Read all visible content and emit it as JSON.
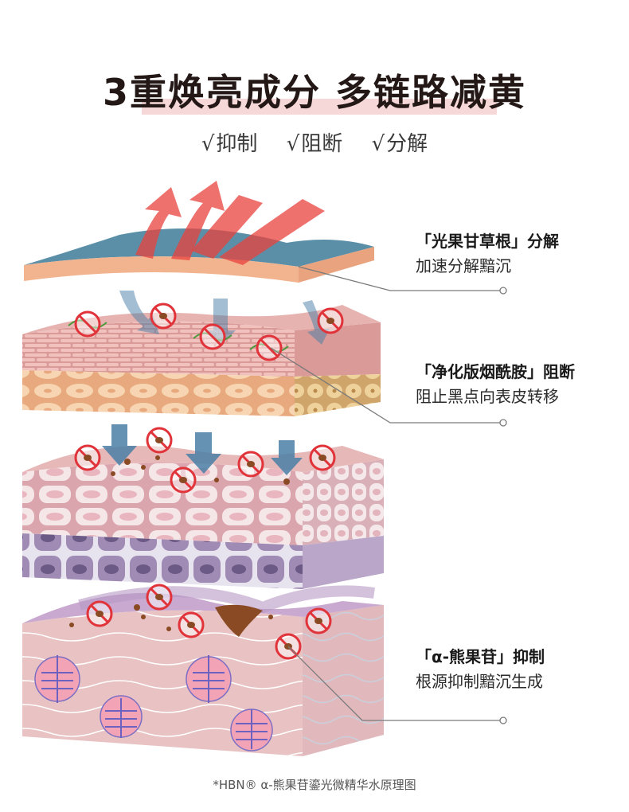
{
  "header": {
    "title": "3重焕亮成分  多链路减黄",
    "checks": [
      {
        "mark": "√",
        "label": "抑制"
      },
      {
        "mark": "√",
        "label": "阻断"
      },
      {
        "mark": "√",
        "label": "分解"
      }
    ]
  },
  "callouts": [
    {
      "name": "「光果甘草根」分解",
      "desc": "加速分解黯沉"
    },
    {
      "name": "「净化版烟酰胺」阻断",
      "desc": "阻止黑点向表皮转移"
    },
    {
      "name": "「α-熊果苷」抑制",
      "desc": "根源抑制黯沉生成"
    }
  ],
  "footnote": "*HBN® α-熊果苷鎏光微精华水原理图",
  "colors": {
    "title_highlight": "#f7d8d8",
    "top_sheet": "#5b8fa8",
    "red_arrow": "#e8413c",
    "blue_arrow": "#4a7fa6",
    "prohibit": "#e0333a",
    "melanin": "#8a4a24",
    "dermis": "#e9c3c3",
    "cell_purple": "#9f8bb4"
  }
}
